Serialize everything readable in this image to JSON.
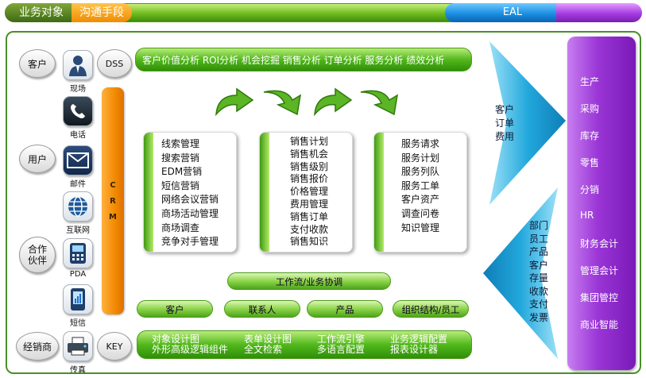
{
  "top_bar": {
    "left_label": "业务对象",
    "orange_label": "沟通手段",
    "blue_label": "EAL"
  },
  "left_pills": [
    "客户",
    "用户",
    "合作\n伙伴",
    "经销商"
  ],
  "dss_label": "DSS",
  "key_label": "KEY",
  "channels": [
    {
      "label": "现场",
      "icon": "person-icon"
    },
    {
      "label": "电话",
      "icon": "phone-icon"
    },
    {
      "label": "邮件",
      "icon": "mail-icon"
    },
    {
      "label": "互联网",
      "icon": "globe-icon"
    },
    {
      "label": "PDA",
      "icon": "pda-icon"
    },
    {
      "label": "短信",
      "icon": "sms-icon"
    },
    {
      "label": "传真",
      "icon": "fax-icon"
    }
  ],
  "crm_letters": [
    "C",
    "R",
    "M"
  ],
  "analysis_bar": "客户价值分析 ROI分析 机会挖掘 销售分析 订单分析 服务分析 绩效分析",
  "cards": [
    [
      "线索管理",
      "搜索营销",
      "EDM营销",
      "短信营销",
      "网络会议营销",
      "商场活动管理",
      "商场调查",
      "竞争对手管理"
    ],
    [
      "销售计划",
      "销售机会",
      "销售级别",
      "销售报价",
      "价格管理",
      "费用管理",
      "销售订单",
      "支付收款",
      "销售知识"
    ],
    [
      "服务请求",
      "服务计划",
      "服务列队",
      "服务工单",
      "客户资产",
      "调查问卷",
      "知识管理"
    ]
  ],
  "workflow_bar": "工作流/业务协调",
  "entity_bars": [
    "客户",
    "联系人",
    "产品",
    "组织结构/员工"
  ],
  "tools_bar": {
    "row1": [
      "对象设计图",
      "表单设计图",
      "工作流引擎",
      "业务逻辑配置"
    ],
    "row2": [
      "外形高级逻辑组件",
      "全文检索",
      "多语言配置",
      "报表设计器"
    ]
  },
  "upper_triangle": [
    "客户",
    "订单",
    "费用"
  ],
  "lower_triangle": [
    "部门",
    "员工",
    "产品",
    "客户",
    "存量",
    "收款",
    "支付",
    "发票"
  ],
  "right_column": [
    "生产",
    "采购",
    "库存",
    "零售",
    "分销",
    "HR",
    "财务会计",
    "管理会计",
    "集团管控",
    "商业智能"
  ],
  "colors": {
    "green": "#52b81c",
    "orange": "#f28a00",
    "blue": "#1b8fe0",
    "purple": "#9a35d6",
    "teal": "#14a7d8"
  }
}
